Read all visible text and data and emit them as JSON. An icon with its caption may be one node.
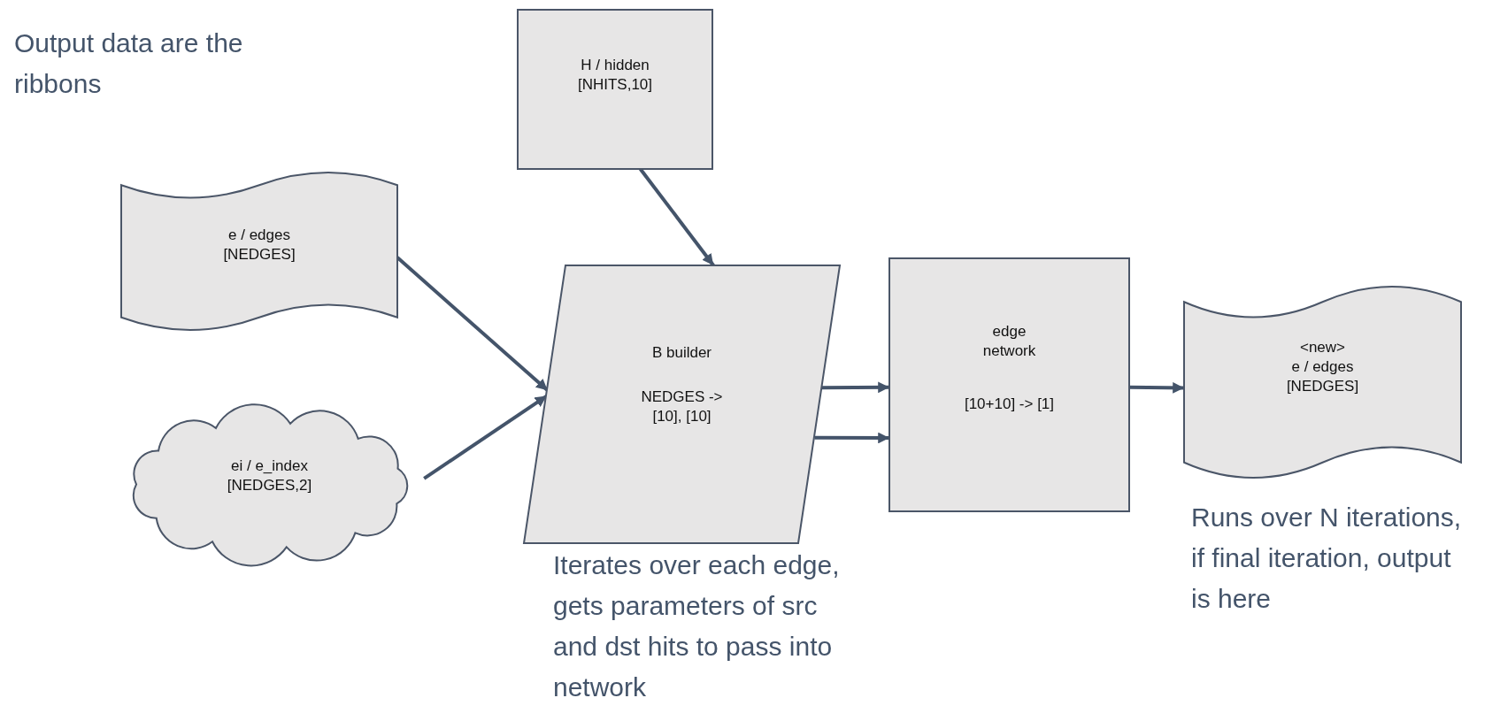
{
  "diagram": {
    "nodes": [
      {
        "text": [
          "H / hidden [NHITS,10]"
        ]
      },
      {
        "text": [
          "e / edges [NEDGES]"
        ]
      },
      {
        "text": [
          "ei / e_index [NEDGES,2]"
        ]
      },
      {
        "text": [
          "B builder",
          "NEDGES  -> [10], [10]"
        ],
        "beside": [
          "Iterates over each edge, gets parameters of src and dst hits to pass into network"
        ]
      },
      {
        "text": [
          "edge network",
          "[10+10] -> [1]"
        ]
      },
      {
        "text": [
          "<new>",
          "e / edges [NEDGES]"
        ],
        "beside": [
          "Runs over N iterations, if final iteration, output is here"
        ]
      }
    ],
    "edges": [
      {
        "from": 0,
        "to": 3,
        "arrow": "to"
      },
      {
        "from": 1,
        "to": 3,
        "arrow": "to"
      },
      {
        "from": 2,
        "to": 3,
        "arrow": "to"
      },
      {
        "from": 3,
        "to": 4,
        "arrow": "to"
      },
      {
        "from": 3,
        "to": 4,
        "arrow": "to"
      },
      {
        "from": 4,
        "to": 5,
        "arrow": "to"
      }
    ],
    "labels": [
      "Output data are the ribbons"
    ]
  }
}
